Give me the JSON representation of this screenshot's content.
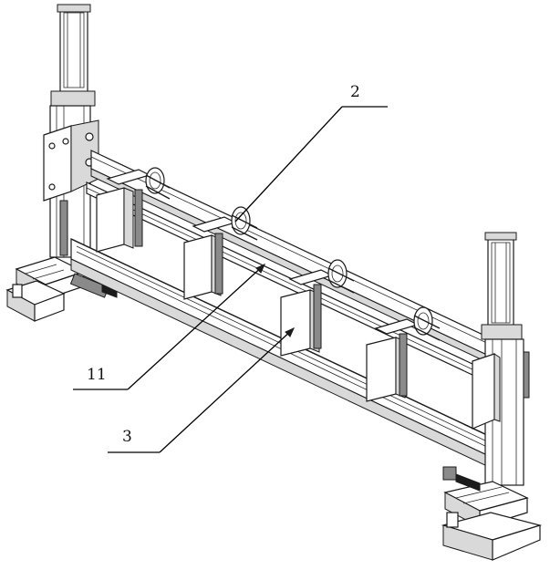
{
  "callouts": {
    "c2": {
      "text": "2"
    },
    "c11": {
      "text": "11"
    },
    "c3": {
      "text": "3"
    }
  }
}
